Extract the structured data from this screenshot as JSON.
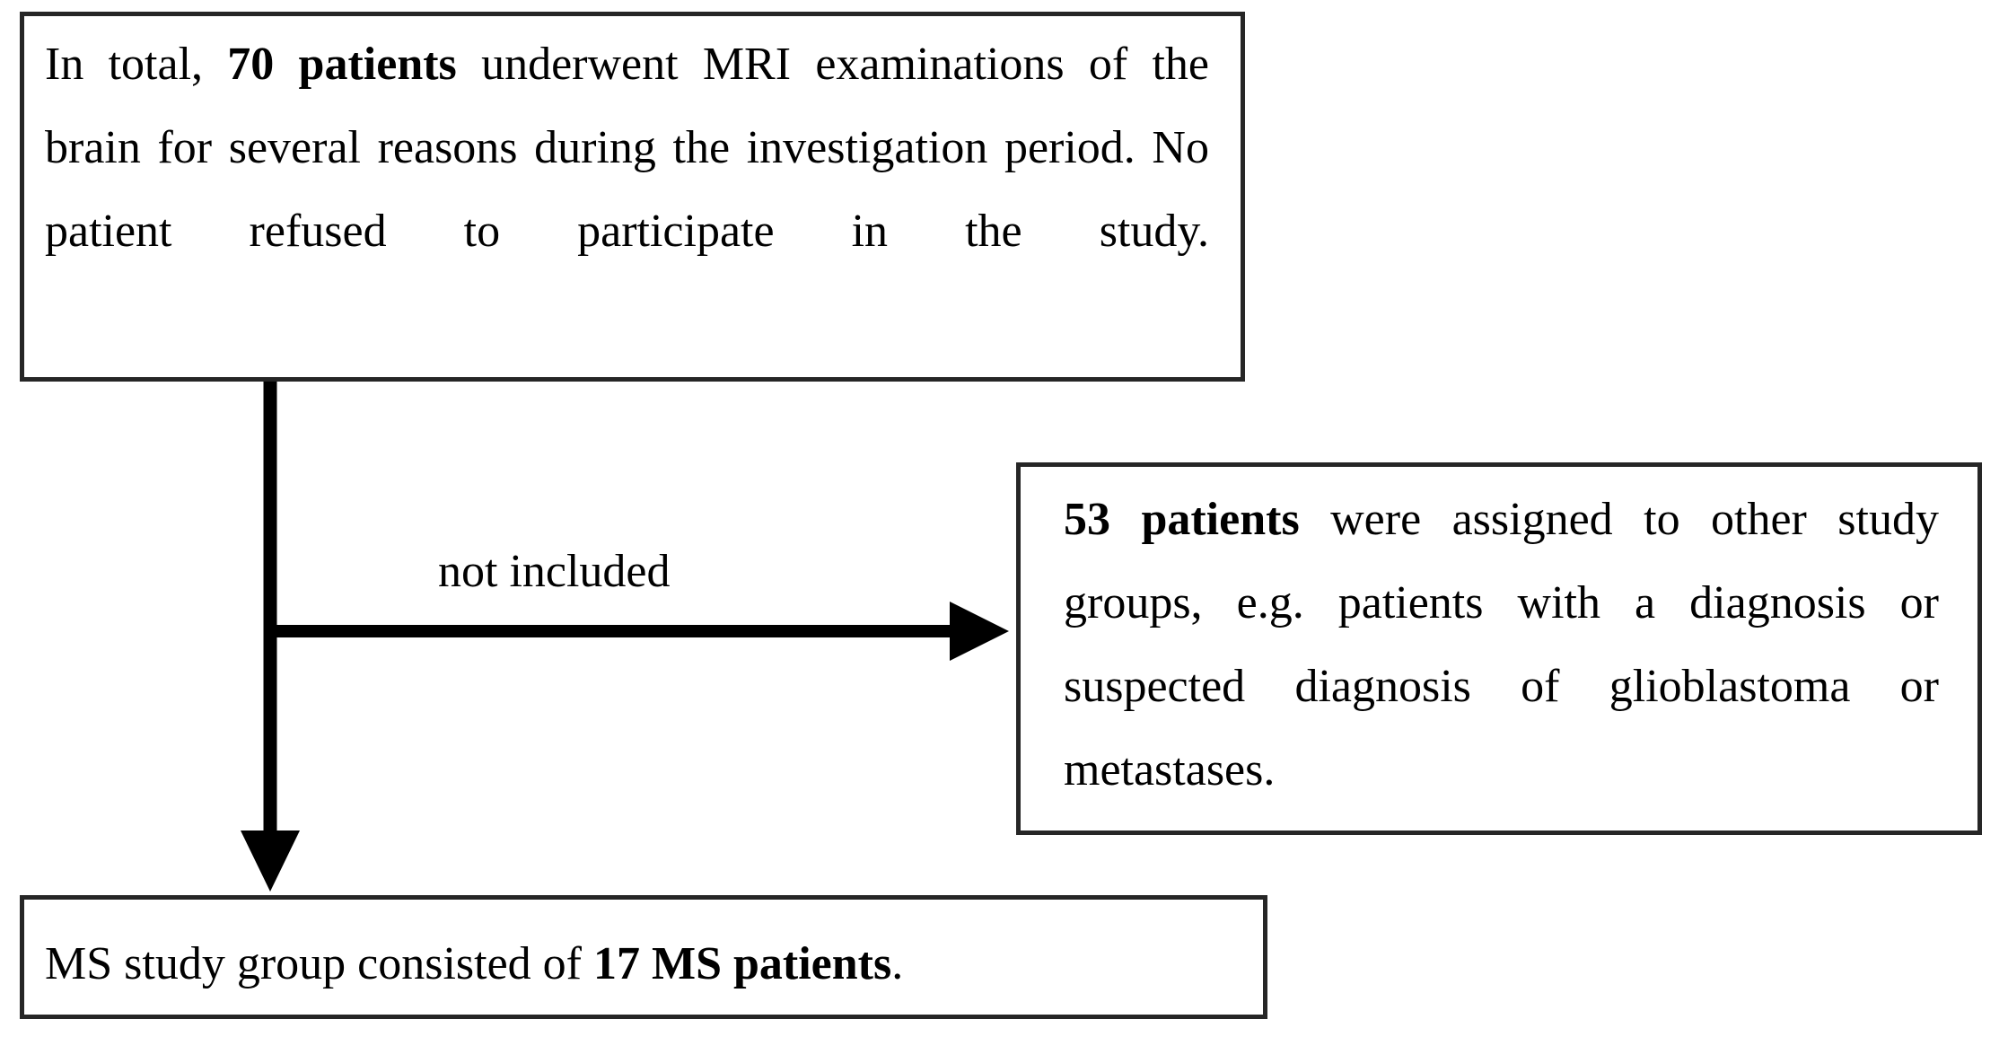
{
  "diagram": {
    "type": "flowchart",
    "orientation": "top-to-bottom-with-right-branch",
    "nodes": [
      {
        "id": "enrollment",
        "name": "enrollment-box",
        "text_plain": "In total, 70 patients underwent MRI examinations of the brain for several reasons during the investigation period. No patient refused to participate in the study.",
        "segments": [
          {
            "text": "In total, ",
            "bold": false
          },
          {
            "text": "70 patients",
            "bold": true
          },
          {
            "text": " underwent MRI examinations of the brain for several reasons during the investigation period. No patient refused to participate in the study.",
            "bold": false
          }
        ],
        "count": 70,
        "count_unit": "patients"
      },
      {
        "id": "excluded",
        "name": "excluded-box",
        "text_plain": "53 patients were assigned to other study groups, e.g. patients with a diagnosis or suspected diagnosis of glioblastoma or metastases.",
        "segments": [
          {
            "text": "53 patients",
            "bold": true
          },
          {
            "text": " were assigned to other study groups, e.g. patients with a diagnosis or suspected diagnosis of glioblastoma or metastases.",
            "bold": false
          }
        ],
        "count": 53,
        "count_unit": "patients"
      },
      {
        "id": "study-group",
        "name": "study-group-box",
        "text_plain": "MS study group consisted of 17 MS patients.",
        "segments": [
          {
            "text": "MS study group consisted of ",
            "bold": false
          },
          {
            "text": "17 MS patients",
            "bold": true
          },
          {
            "text": ".",
            "bold": false
          }
        ],
        "count": 17,
        "count_unit": "MS patients"
      }
    ],
    "edges": [
      {
        "id": "edge-excluded",
        "name": "not-included-edge",
        "from": "enrollment",
        "to": "excluded",
        "label": "not included",
        "direction": "right"
      },
      {
        "id": "edge-included",
        "name": "included-edge",
        "from": "enrollment",
        "to": "study-group",
        "label": "",
        "direction": "down"
      }
    ],
    "colors": {
      "background": "#ffffff",
      "box_border": "#262626",
      "connector": "#000000",
      "text": "#000000"
    }
  }
}
